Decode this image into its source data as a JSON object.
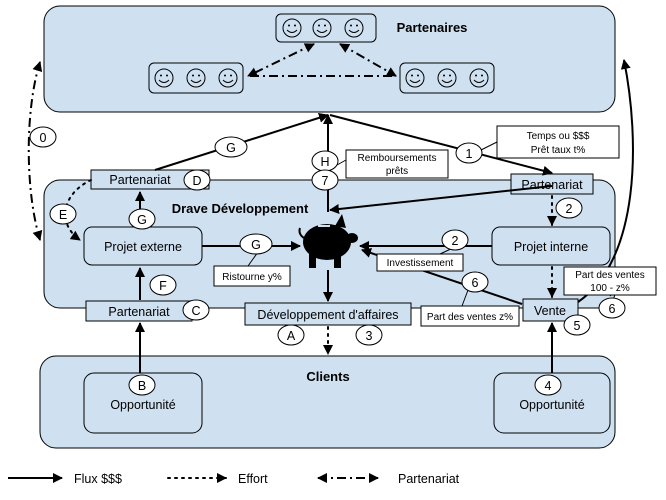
{
  "regions": {
    "partenaires": "Partenaires",
    "drave": "Drave Développement",
    "clients": "Clients"
  },
  "boxes": {
    "partenariat_top_left": "Partenariat",
    "partenariat_top_right": "Partenariat",
    "partenariat_bottom_left": "Partenariat",
    "projet_externe": "Projet externe",
    "projet_interne": "Projet interne",
    "developpement_affaires": "Développement d'affaires",
    "vente": "Vente",
    "opportunite_left": "Opportunité",
    "opportunite_right": "Opportunité"
  },
  "callouts": {
    "temps_line1": "Temps ou $$$",
    "temps_line2": "Prêt taux t%",
    "remboursements_line1": "Remboursements",
    "remboursements_line2": "prêts",
    "ristourne": "Ristourne y%",
    "investissement": "Investissement",
    "part_ventes_z": "Part des ventes z%",
    "part_ventes_100_line1": "Part des ventes",
    "part_ventes_100_line2": "100 - z%"
  },
  "markers": {
    "m0": "0",
    "m1": "1",
    "m2a": "2",
    "m2b": "2",
    "m3": "3",
    "m4": "4",
    "m5": "5",
    "m6a": "6",
    "m6b": "6",
    "m7": "7",
    "mA": "A",
    "mB": "B",
    "mC": "C",
    "mD": "D",
    "mE": "E",
    "mF": "F",
    "mG1": "G",
    "mG2": "G",
    "mG3": "G",
    "mH": "H"
  },
  "legend": {
    "flux": "Flux $$$",
    "effort": "Effort",
    "partenariat": "Partenariat"
  },
  "icons": {
    "partner_faces": "smiley-face-icon",
    "drave": "piggy-bank-icon"
  }
}
